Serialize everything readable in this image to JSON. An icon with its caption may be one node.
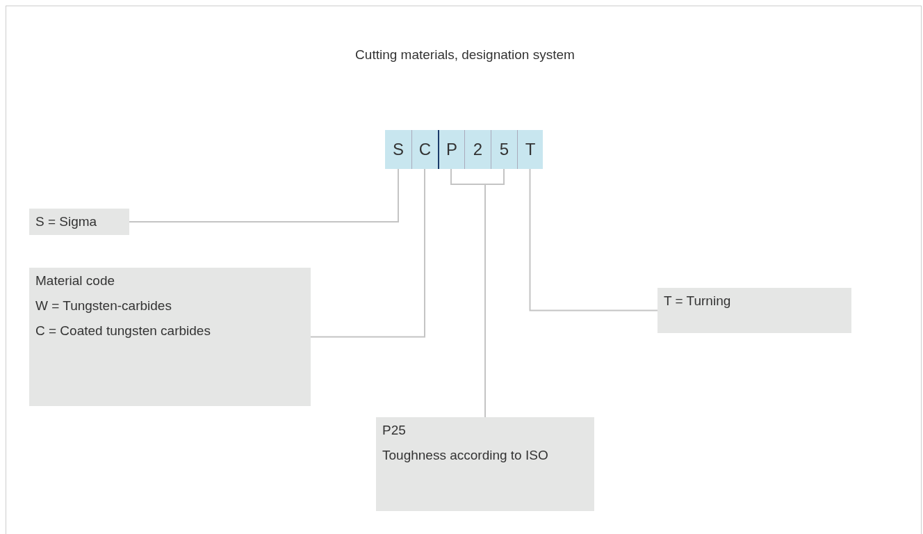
{
  "diagram": {
    "title": "Cutting materials, designation system",
    "nodes": [
      {
        "text": [
          "S"
        ]
      },
      {
        "text": [
          "C"
        ]
      },
      {
        "text": [
          "P"
        ]
      },
      {
        "text": [
          "2"
        ]
      },
      {
        "text": [
          "5"
        ]
      },
      {
        "text": [
          "T"
        ]
      },
      {
        "text": [
          "S = Sigma"
        ]
      },
      {
        "text": [
          "Material code",
          "W = Tungsten-carbides",
          "C = Coated tungsten carbides"
        ]
      },
      {
        "text": [
          "T = Turning"
        ]
      },
      {
        "text": [
          "P25",
          "Toughness according to ISO"
        ]
      }
    ],
    "edges": [
      {
        "from": 0,
        "to": 6,
        "arrow": "none"
      },
      {
        "from": 1,
        "to": 7,
        "arrow": "none"
      },
      {
        "from": 2,
        "to": 9,
        "arrow": "none"
      },
      {
        "from": 4,
        "to": 9,
        "arrow": "none"
      },
      {
        "from": 5,
        "to": 8,
        "arrow": "none"
      }
    ]
  }
}
